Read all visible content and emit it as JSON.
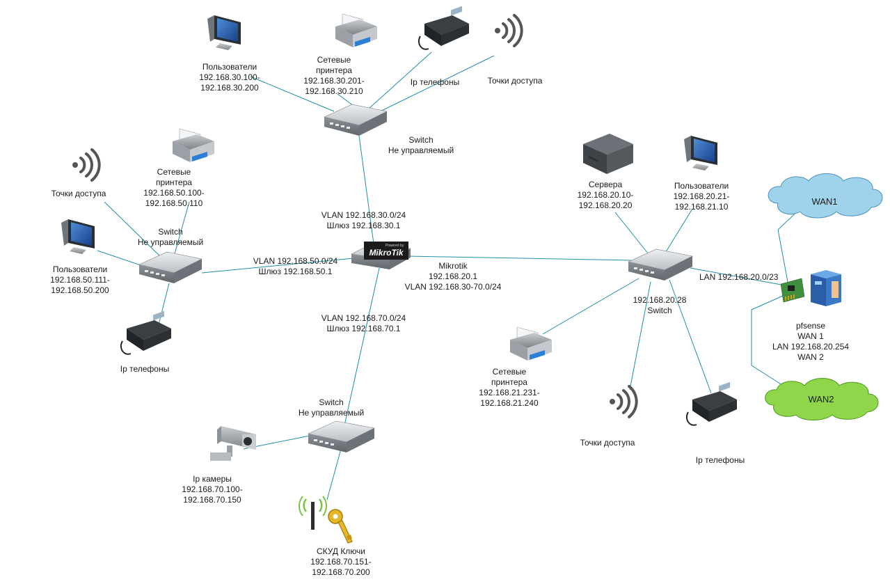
{
  "labels": {
    "users_top": [
      "Пользователи",
      "192.168.30.100-",
      "192.168.30.200"
    ],
    "printers_top": [
      "Сетевые",
      "принтера",
      "192.168.30.201-",
      "192.168.30.210"
    ],
    "phones_top": "Ip телефоны",
    "ap_top": "Точки доступа",
    "switch_top": [
      "Switch",
      "Не управляемый"
    ],
    "ap_left": "Точки доступа",
    "printers_left": [
      "Сетевые",
      "принтера",
      "192.168.50.100-",
      "192.168.50.110"
    ],
    "switch_left": [
      "Switch",
      "Не управляемый"
    ],
    "users_left": [
      "Пользователи",
      "192.168.50.111-",
      "192.168.50.200"
    ],
    "phones_left": "Ip телефоны",
    "vlan30": [
      "VLAN 192.168.30.0/24",
      "Шлюз 192.168.30.1"
    ],
    "vlan50": [
      "VLAN 192.168.50.0/24",
      "Шлюз 192.168.50.1"
    ],
    "vlan70": [
      "VLAN 192.168.70.0/24",
      "Шлюз 192.168.70.1"
    ],
    "mikrotik": [
      "Mikrotik",
      "192.168.20.1",
      "VLAN 192.168.30-70.0/24"
    ],
    "mikrotik_logo_small": "Powered by",
    "mikrotik_logo": "MikroTik",
    "switch_bottom": [
      "Switch",
      "Не управляемый"
    ],
    "cameras": [
      "Ip камеры",
      "192.168.70.100-",
      "192.168.70.150"
    ],
    "skud": [
      "СКУД Ключи",
      "192.168.70.151-",
      "192.168.70.200"
    ],
    "servers": [
      "Сервера",
      "192.168.20.10-",
      "192.168.20.20"
    ],
    "users_right": [
      "Пользователи",
      "192.168.20.21-",
      "192.168.21.10"
    ],
    "switch_right": [
      "192.168.20.28",
      "Switch"
    ],
    "lan_link": "LAN 192.168.20.0/23",
    "printers_right": [
      "Сетевые",
      "принтера",
      "192.168.21.231-",
      "192.168.21.240"
    ],
    "ap_right": "Точки доступа",
    "phones_right": "Ip телефоны",
    "wan1": "WAN1",
    "wan2": "WAN2",
    "pfsense": [
      "pfsense",
      "WAN 1",
      "LAN 192.168.20.254",
      "WAN 2"
    ]
  },
  "colors": {
    "line": "#1e8fa3",
    "cloud_wan1": "#9fd3ec",
    "cloud_wan2": "#8fd64a",
    "device_grey": "#9aa0a6"
  }
}
